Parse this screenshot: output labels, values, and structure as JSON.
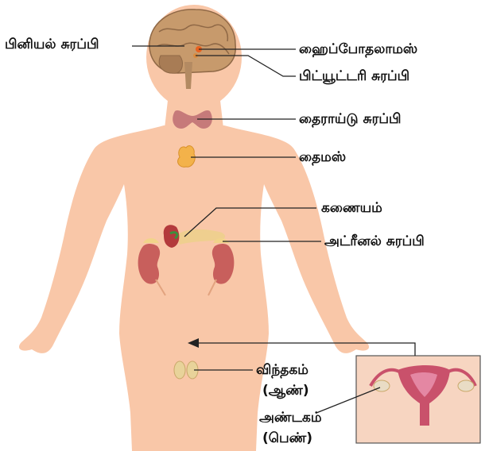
{
  "labels": {
    "pineal": "பினியல் சுரப்பி",
    "hypothalamus": "ஹைப்போதலாமஸ்",
    "pituitary": "பிட்யூட்டரி சுரப்பி",
    "thyroid": "தைராய்டு சுரப்பி",
    "thymus": "தைமஸ்",
    "pancreas": "கணையம்",
    "adrenal": "அட்ரீனல் சுரப்பி",
    "testes": "விந்தகம்",
    "testes_sub": "(ஆண்)",
    "ovary": "அண்டகம்",
    "ovary_sub": "(பெண்)"
  },
  "colors": {
    "skin": "#f9c7a8",
    "skin_outline": "#f2b08f",
    "brain": "#c79a6c",
    "brain_dark": "#8f6846",
    "thyroid": "#c67a7a",
    "thymus": "#f3b24a",
    "kidney": "#c85f5c",
    "adrenal": "#f1d48a",
    "pancreas": "#efcf8f",
    "uterus": "#c9516b",
    "uterus_inner": "#e487a3",
    "ovary": "#e9dcc5",
    "inset_bg": "#f7d5c1",
    "line": "#222222",
    "hypothalamus_dot": "#e8611f"
  }
}
